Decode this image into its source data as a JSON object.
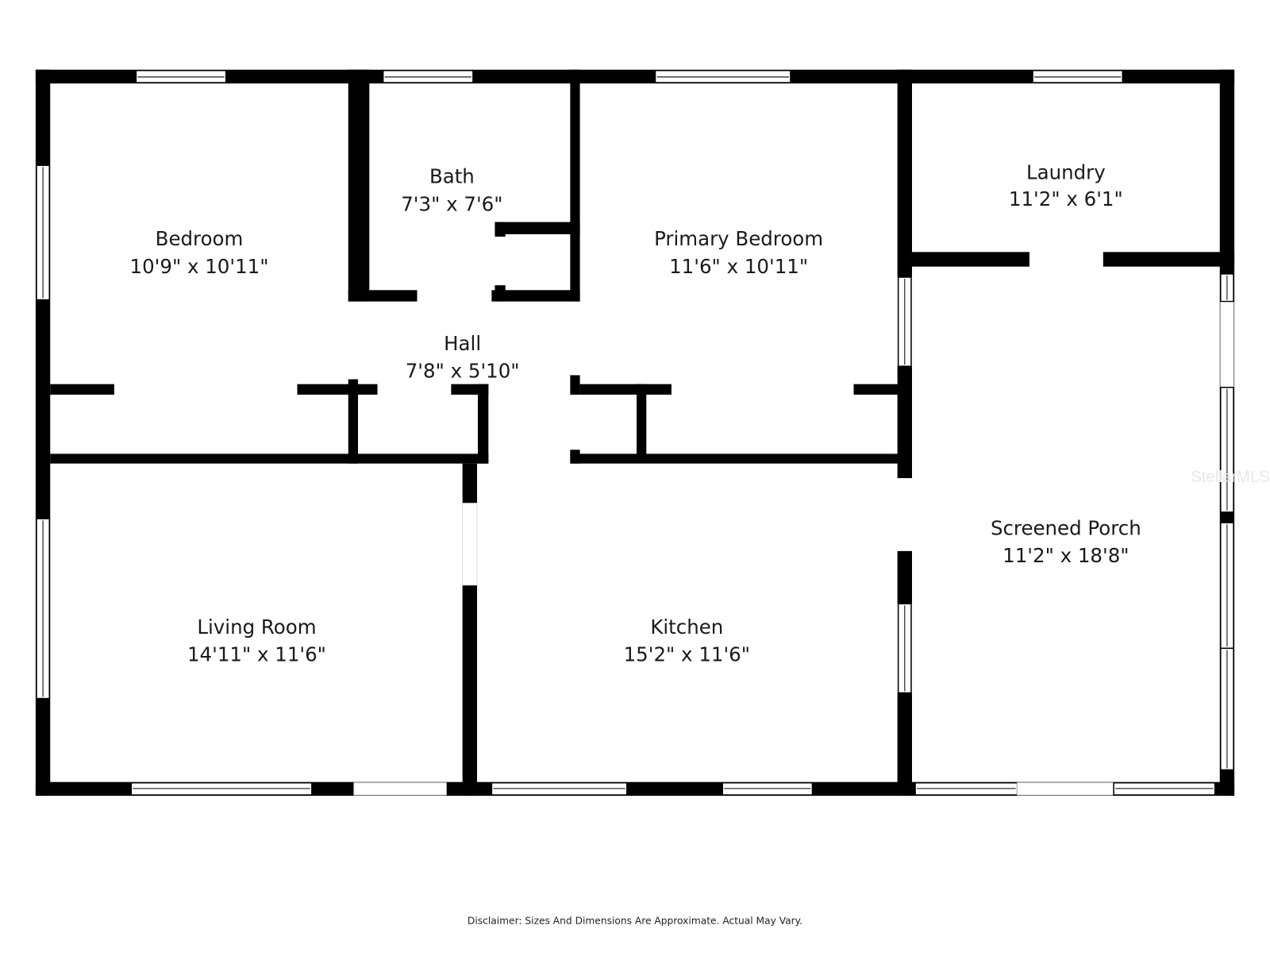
{
  "rooms": [
    {
      "name": "Bedroom",
      "size": "10'9\" x 10'11\""
    },
    {
      "name": "Bath",
      "size": "7'3\" x 7'6\""
    },
    {
      "name": "Primary Bedroom",
      "size": "11'6\" x 10'11\""
    },
    {
      "name": "Laundry",
      "size": "11'2\" x 6'1\""
    },
    {
      "name": "Hall",
      "size": "7'8\" x 5'10\""
    },
    {
      "name": "Screened Porch",
      "size": "11'2\" x 18'8\""
    },
    {
      "name": "Living Room",
      "size": "14'11\" x 11'6\""
    },
    {
      "name": "Kitchen",
      "size": "15'2\" x 11'6\""
    }
  ],
  "disclaimer": "Disclaimer: Sizes And Dimensions Are Approximate. Actual May Vary.",
  "watermark": "StellarMLS",
  "colors": {
    "wall": "#000000",
    "background": "#ffffff"
  }
}
